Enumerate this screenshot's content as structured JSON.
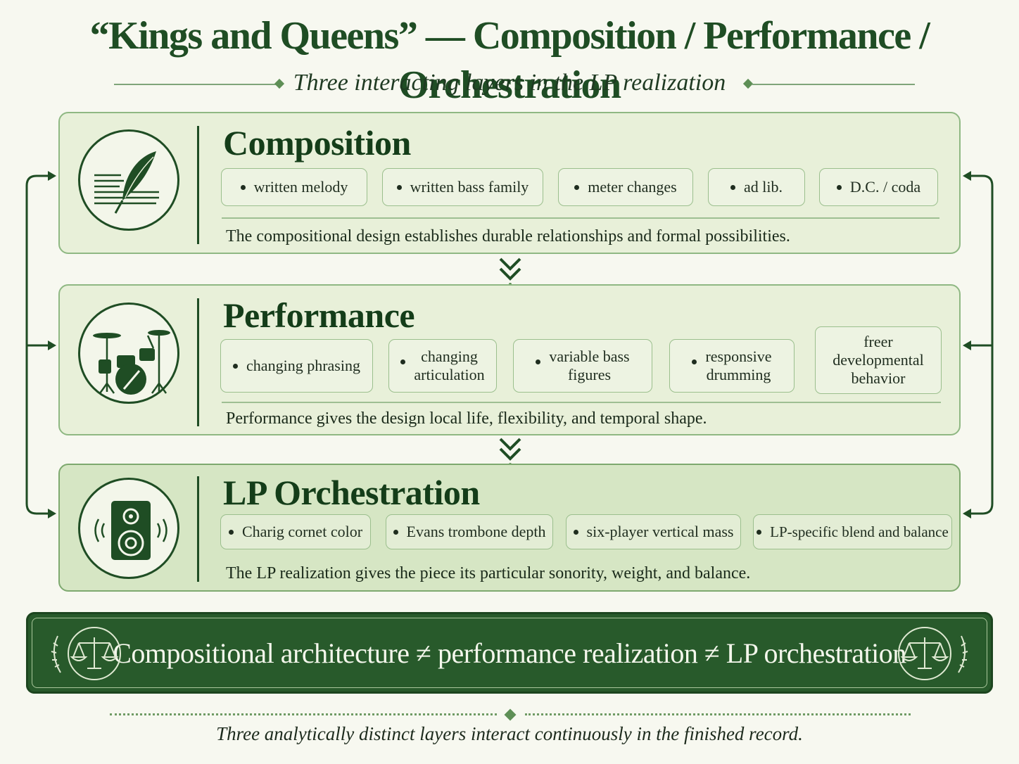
{
  "title": "“Kings and Queens” — Composition / Performance / Orchestration",
  "subtitle": "Three interacting layers in the LP realization",
  "layers": [
    {
      "title": "Composition",
      "icon": "quill-icon",
      "chips": [
        "written melody",
        "written bass family",
        "meter changes",
        "ad lib.",
        "D.C. / coda"
      ],
      "description": "The compositional design establishes durable relationships and formal possibilities."
    },
    {
      "title": "Performance",
      "icon": "drum-kit-icon",
      "chips": [
        "changing phrasing",
        "changing\narticulation",
        "variable bass\nfigures",
        "responsive\ndrumming",
        "freer\ndevelopmental\nbehavior"
      ],
      "description": "Performance gives the design local life, flexibility, and temporal shape."
    },
    {
      "title": "LP Orchestration",
      "icon": "speaker-icon",
      "chips": [
        "Charig cornet color",
        "Evans trombone depth",
        "six-player vertical mass",
        "LP-specific blend and balance"
      ],
      "description": "The LP realization gives the piece its particular sonority, weight, and balance."
    }
  ],
  "banner": {
    "text": "Compositional architecture ≠ performance realization ≠ LP orchestration",
    "icon": "scales-icon"
  },
  "footer": "Three analytically distinct layers interact continuously in the finished record.",
  "colors": {
    "dark_green": "#1f4d24",
    "banner_green": "#285a2b",
    "panel_fill": "#e8f0d9",
    "background": "#f7f8f0"
  }
}
